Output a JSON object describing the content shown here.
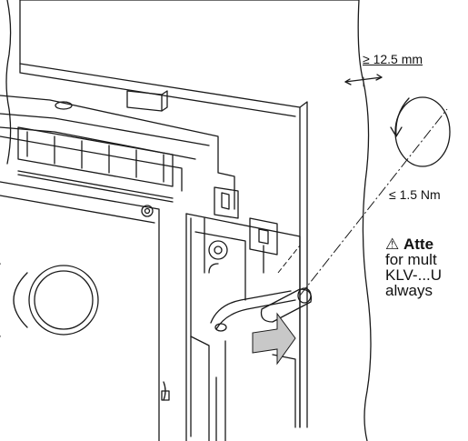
{
  "labels": {
    "clearance": "≥ 12.5 mm",
    "torque": "≤ 1.5 Nm"
  },
  "warning": {
    "icon": "warning-triangle-icon",
    "title": "Atte",
    "line1": "for mult",
    "line2": "KLV-...U",
    "line3": "always"
  },
  "colors": {
    "line": "#1a1a1a",
    "arrow_fill": "#c8c8c8",
    "background": "#ffffff"
  }
}
